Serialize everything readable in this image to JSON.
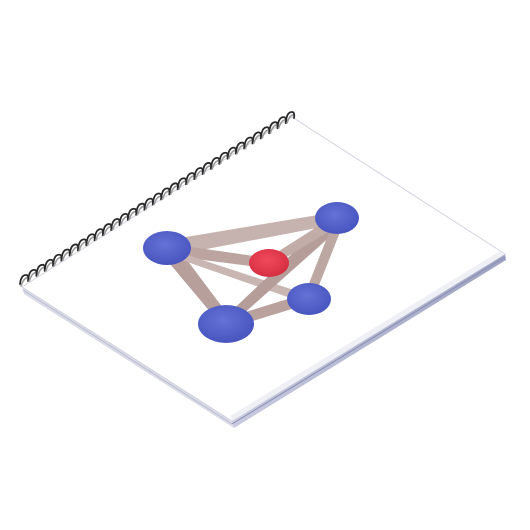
{
  "scene": {
    "subject": "spiral-notebook",
    "colors": {
      "background": "#ffffff",
      "cover": "#ffffff",
      "cover_edge": "#c9ccd6",
      "page_edge_dark": "#7f82a3",
      "page_edge_light": "#d9dbe6",
      "spiral_wire": "#2a2a2a",
      "spiral_shadow": "#9b9b9b",
      "link": "#bfa9a6",
      "link_dark": "#a88f8c",
      "atom_blue": "#5563c9",
      "atom_blue_dark": "#3c46a8",
      "atom_red": "#e23a4d",
      "atom_red_dark": "#b8202f"
    },
    "artwork": {
      "outer_atoms": 4,
      "center_atoms": 1,
      "outer_atom_color": "blue",
      "center_atom_color": "red"
    }
  }
}
